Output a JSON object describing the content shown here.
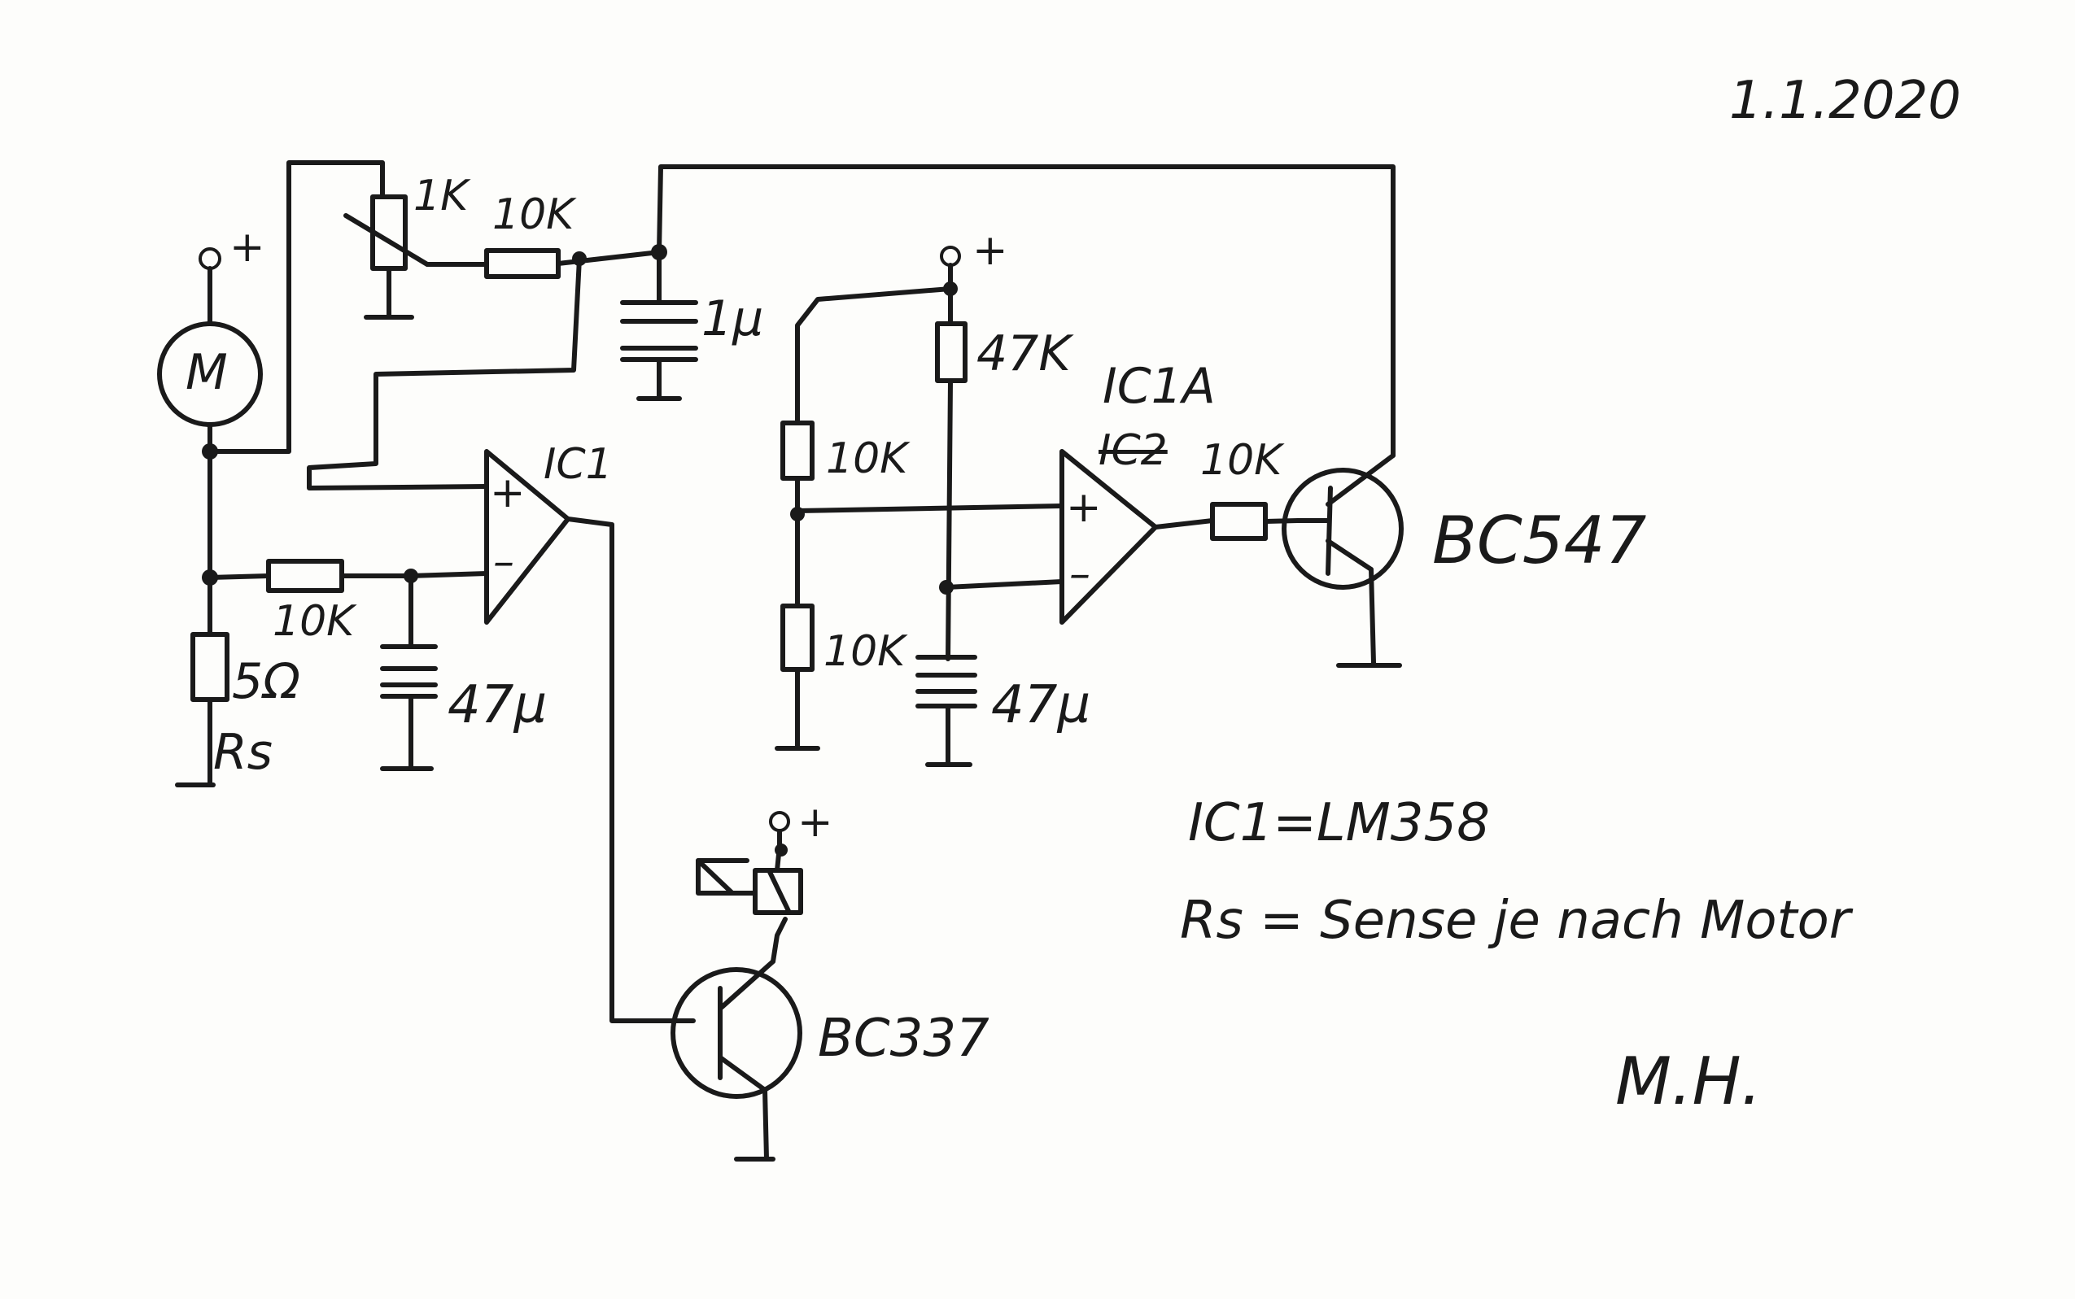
{
  "date": "1.1.2020",
  "signature": "M.H.",
  "notes": {
    "ic": "IC1=LM358",
    "rs": "Rs = Sense je nach Motor"
  },
  "labels": {
    "plus": "+",
    "minus": "–",
    "motor": "M",
    "pot_1k": "1K",
    "r_10k_top": "10K",
    "c_1u": "1µ",
    "ic1": "IC1",
    "r_10k_low": "10K",
    "r_sense": "5Ω",
    "rs": "Rs",
    "c_47u_left": "47µ",
    "r_10k_div_top": "10K",
    "r_10k_div_bot": "10K",
    "r_47k": "47K",
    "c_47u_right": "47µ",
    "ic1a": "IC1A",
    "ic2_struck": "IC2",
    "r_10k_base": "10K",
    "q_bc547": "BC547",
    "q_bc337": "BC337"
  }
}
